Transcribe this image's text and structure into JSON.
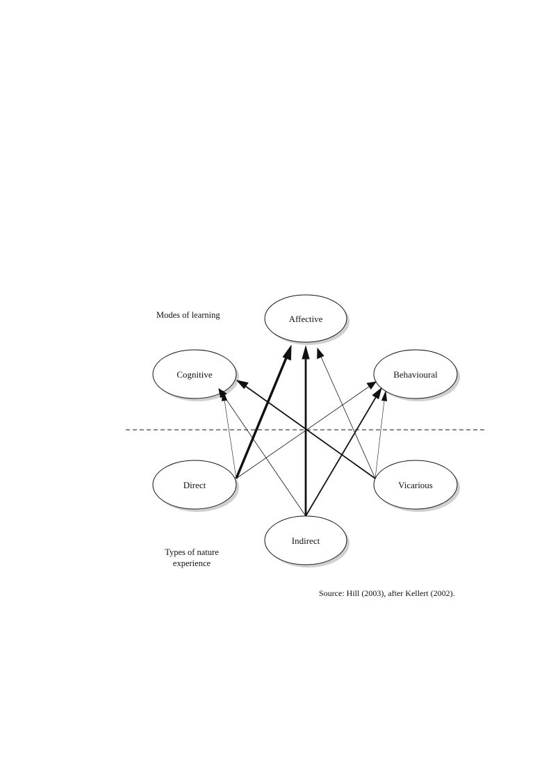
{
  "diagram": {
    "modes_label": "Modes of learning",
    "types_label": [
      "Types of nature",
      "experience"
    ],
    "source": "Source: Hill (2003), after Kellert (2002).",
    "nodes": {
      "affective": "Affective",
      "cognitive": "Cognitive",
      "behavioural": "Behavioural",
      "direct": "Direct",
      "vicarious": "Vicarious",
      "indirect": "Indirect"
    },
    "colors": {
      "ink": "#111111",
      "node_fill": "#ffffff"
    }
  }
}
